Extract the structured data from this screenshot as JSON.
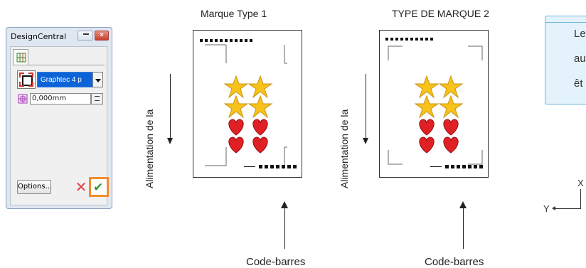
{
  "window": {
    "title": "DesignCentral",
    "close_glyph": "×",
    "mark_type_value": "Graphtec 4 p",
    "offset_value": "0,000mm",
    "options_label": "Options...",
    "cancel_glyph": "✕",
    "ok_glyph": "✔",
    "highlight_color": "#f28c2e",
    "select_color": "#0a64d8"
  },
  "sheets": [
    {
      "title": "Marque Type 1",
      "feed_label": "Alimentation de la",
      "barcode_label": "Code-barres"
    },
    {
      "title": "TYPE DE MARQUE 2",
      "feed_label": "Alimentation de la",
      "barcode_label": "Code-barres"
    }
  ],
  "callout": {
    "lines": [
      "Le",
      "au",
      "êt"
    ]
  },
  "axes": {
    "x_label": "X",
    "y_label": "Y"
  },
  "icons": {
    "star": "star-icon",
    "heart": "heart-icon",
    "registration_corner": "corner-mark-icon",
    "barcode": "barcode-icon"
  }
}
